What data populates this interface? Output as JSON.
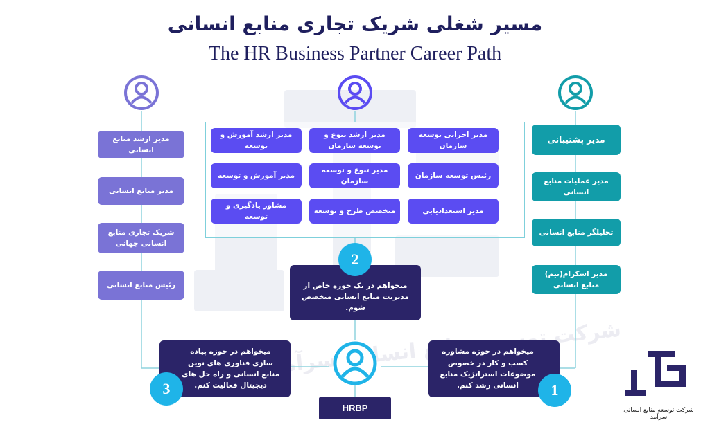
{
  "title_fa": "مسیر شغلی شریک تجاری منابع انسانی",
  "title_en": "The HR Business Partner Career Path",
  "watermark_text": "شرکت توسعه منابع انسانی سرآمد",
  "colors": {
    "left_column": "#7a73d6",
    "center_grid": "#5b4cf2",
    "right_column": "#129da9",
    "navy": "#2b2468",
    "step_circle": "#1fb4e8",
    "connector": "#8fd3de"
  },
  "left_column": {
    "icon": "person-icon",
    "items": [
      "مدیر ارشد منابع انسانی",
      "مدیر منابع انسانی",
      "شریک تجاری منابع انسانی جهانی",
      "رئیس منابع انسانی"
    ]
  },
  "center_column": {
    "icon": "person-icon",
    "grid": [
      [
        "مدیر اجرایی توسعه سازمان",
        "مدیر ارشد تنوع و توسعه سازمان",
        "مدیر ارشد آموزش و توسعه"
      ],
      [
        "رئیس توسعه سازمان",
        "مدیر تنوع و توسعه سازمان",
        "مدیر آموزش و توسعه"
      ],
      [
        "مدیر استعدادیابی",
        "متخصص طرح و توسعه",
        "مشاور یادگیری و توسعه"
      ]
    ]
  },
  "right_column": {
    "icon": "person-icon",
    "items": [
      "مدیر پشتیبانی",
      "مدیر عملیات منابع انسانی",
      "تحلیلگر منابع انسانی",
      "مدیر اسکرام(تیم) منابع انسانی"
    ]
  },
  "step1": {
    "number": "1",
    "text": "میخواهم در حوزه مشاوره کسب و کار در خصوص موضوعات استراتژیک منابع انسانی رشد کنم."
  },
  "step2": {
    "number": "2",
    "text": "میخواهم در یک حوزه خاص از مدیریت منابع انسانی متخصص شوم."
  },
  "step3": {
    "number": "3",
    "text": "میخواهم در حوزه پیاده سازی فناوری های نوین منابع انسانی و راه حل های دیجیتال فعالیت کنم."
  },
  "hrbp": {
    "icon": "person-icon",
    "label": "HRBP"
  },
  "logo": {
    "icon": "saramad-logo-icon",
    "caption": "شرکت توسعه منابع انسانی سرآمد"
  }
}
